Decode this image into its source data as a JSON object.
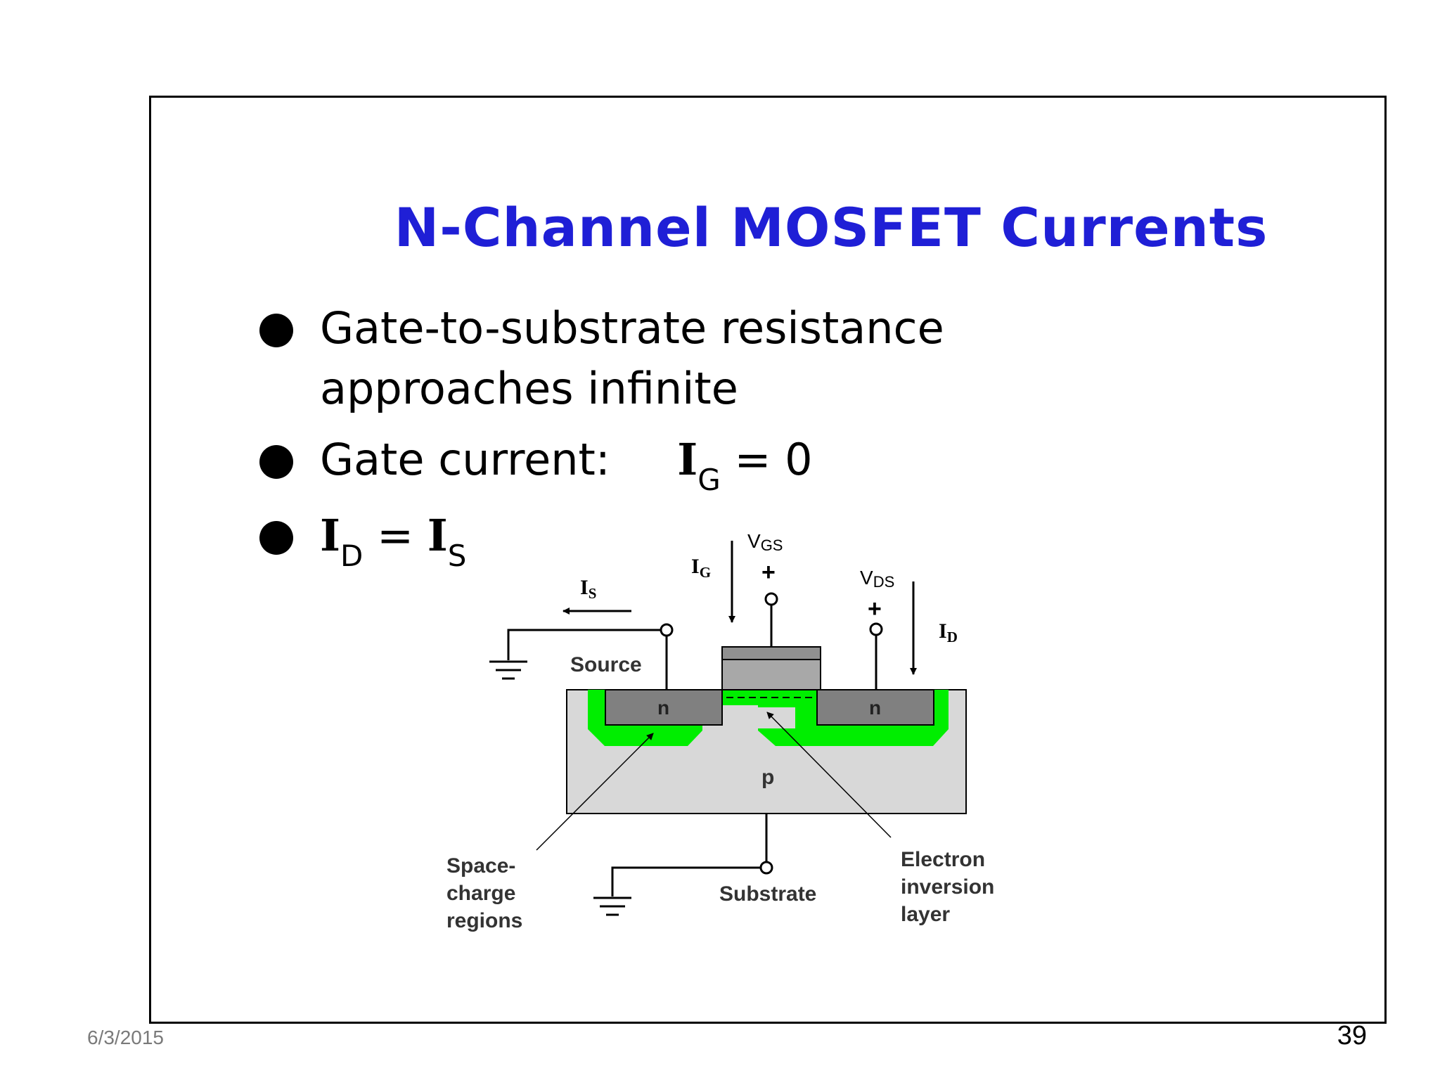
{
  "slide": {
    "title": "N-Channel MOSFET Currents",
    "bullets": [
      {
        "line1": "Gate-to-substrate resistance",
        "line2": "approaches infinite"
      },
      {
        "text": "Gate current:",
        "var": "I",
        "sub": "G",
        "rest": "= 0"
      },
      {
        "var1": "I",
        "sub1": "D",
        "eq": "=",
        "var2": "I",
        "sub2": "S"
      }
    ],
    "footer_date": "6/3/2015",
    "page_number": "39"
  },
  "diagram": {
    "label_is_var": "I",
    "label_is_sub": "S",
    "label_ig_var": "I",
    "label_ig_sub": "G",
    "label_vgs_v": "V",
    "label_vgs_sub": "GS",
    "label_vds_v": "V",
    "label_vds_sub": "DS",
    "label_id_var": "I",
    "label_id_sub": "D",
    "plus": "+",
    "source": "Source",
    "substrate": "Substrate",
    "n_left": "n",
    "n_right": "n",
    "p_region": "p",
    "space_charge": [
      "Space-",
      "charge",
      "regions"
    ],
    "electron_inversion": [
      "Electron",
      "inversion",
      "layer"
    ]
  },
  "colors": {
    "title": "#1f1fd6",
    "space_charge": "#00ee00",
    "n_region": "#808080",
    "substrate": "#d8d8d8",
    "gate": "#a0a0a0"
  }
}
